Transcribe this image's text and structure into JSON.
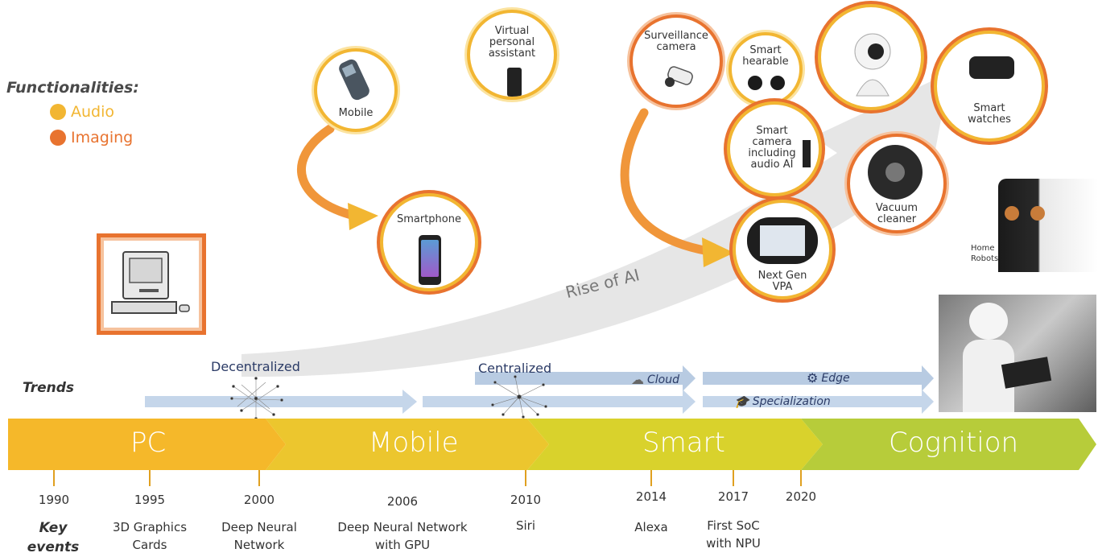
{
  "legend": {
    "title": "Functionalities:",
    "items": [
      {
        "label": "Audio",
        "color": "#f2b632"
      },
      {
        "label": "Imaging",
        "color": "#e8732f"
      }
    ]
  },
  "devices": {
    "mobile": "Mobile",
    "vpa": "Virtual personal assistant",
    "smartphone": "Smartphone",
    "surveillance": "Surveillance camera",
    "hearable": "Smart hearable",
    "smart_camera": "Smart camera including audio AI",
    "next_gen_vpa": "Next Gen VPA",
    "vacuum": "Vacuum cleaner",
    "watches": "Smart watches",
    "home_robots": "Home Robots"
  },
  "rise_label": "Rise of AI",
  "trends": {
    "title": "Trends",
    "decentralized": "Decentralized",
    "centralized": "Centralized",
    "cloud": "Cloud",
    "edge": "Edge",
    "specialization": "Specialization"
  },
  "eras": [
    "PC",
    "Mobile",
    "Smart",
    "Cognition"
  ],
  "era_colors": [
    "#f5b82a",
    "#ecc62e",
    "#d9d22c",
    "#b7cc3a"
  ],
  "key_events_label": [
    "Key",
    "events"
  ],
  "events": [
    {
      "year": "1990",
      "desc": ""
    },
    {
      "year": "1995",
      "desc": "3D Graphics Cards"
    },
    {
      "year": "2000",
      "desc": "Deep Neural Network"
    },
    {
      "year": "2006",
      "desc": "Deep Neural Network with GPU"
    },
    {
      "year": "2010",
      "desc": "Siri"
    },
    {
      "year": "2014",
      "desc": "Alexa"
    },
    {
      "year": "2017",
      "desc": "First SoC with NPU"
    },
    {
      "year": "2020",
      "desc": ""
    }
  ]
}
